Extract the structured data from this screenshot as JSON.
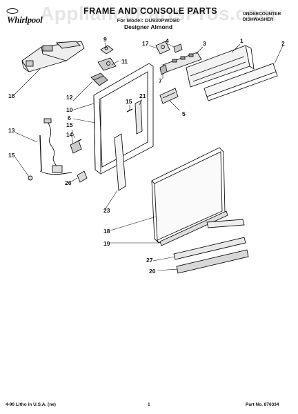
{
  "header": {
    "brand": "Whirlpool",
    "title": "FRAME AND CONSOLE PARTS",
    "model_line": "For Model: DU930PWDB0",
    "color_line": "Designer Almond",
    "appliance_type": [
      "UNDERCOUNTER",
      "DISHWASHER"
    ]
  },
  "watermark": "AppliancePartsPros.com",
  "callouts": [
    "1",
    "2",
    "3",
    "4",
    "5",
    "6",
    "7",
    "9",
    "10",
    "11",
    "12",
    "13",
    "14",
    "15",
    "15",
    "15",
    "16",
    "17",
    "18",
    "19",
    "20",
    "21",
    "23",
    "26",
    "27"
  ],
  "footer": {
    "left": "4-96 Litho in U.S.A. (ne)",
    "center": "1",
    "right": "Part No. 876334"
  }
}
